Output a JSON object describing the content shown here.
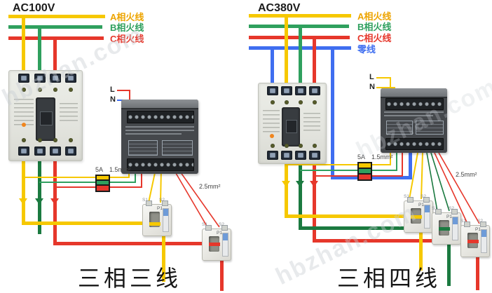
{
  "watermark": {
    "text": "hbzhan.com"
  },
  "shared": {
    "l": "L",
    "n": "N",
    "fuse_amp": "5A",
    "fuse_wire": "1.5mm²",
    "ct_wire": "2.5mm²",
    "p1": "P1",
    "s1": "S1",
    "s2": "S2"
  },
  "left": {
    "title": "AC100V",
    "caption": "三相三线",
    "legend": [
      {
        "label": "A相火线",
        "color": "#eda400"
      },
      {
        "label": "B相火线",
        "color": "#2fa05e"
      },
      {
        "label": "C相火线",
        "color": "#e6372b"
      }
    ]
  },
  "right": {
    "title": "AC380V",
    "caption": "三相四线",
    "legend": [
      {
        "label": "A相火线",
        "color": "#eda400"
      },
      {
        "label": "B相火线",
        "color": "#2fa05e"
      },
      {
        "label": "C相火线",
        "color": "#e6372b"
      },
      {
        "label": "零线",
        "color": "#3f6ef0"
      }
    ]
  },
  "colors": {
    "phase_a": "#f6c800",
    "phase_b": "#2fa05e",
    "phase_b_dark": "#1b7a40",
    "phase_c": "#e6372b",
    "neutral": "#3f6ef0",
    "meter_body": "#45484c",
    "breaker_body": "#e9eae5"
  }
}
